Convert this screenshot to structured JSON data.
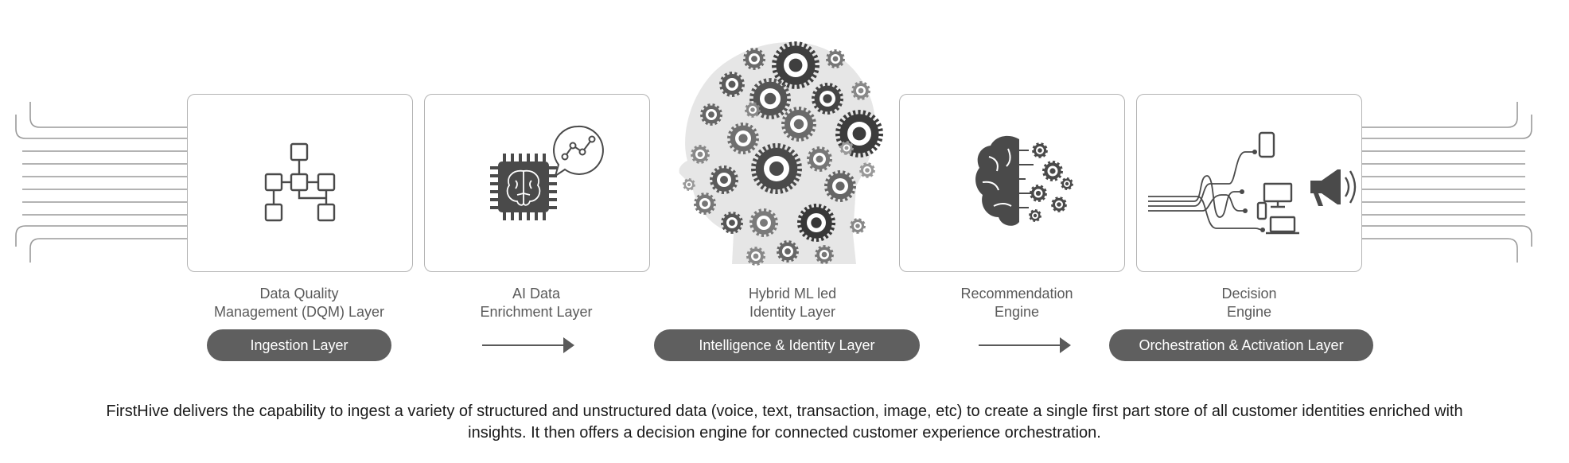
{
  "stages": [
    {
      "label": "Data Quality\nManagement (DQM) Layer"
    },
    {
      "label": "AI Data\nEnrichment Layer"
    },
    {
      "label": "Hybrid ML led\nIdentity Layer"
    },
    {
      "label": "Recommendation\nEngine"
    },
    {
      "label": "Decision\nEngine"
    }
  ],
  "layers": [
    {
      "label": "Ingestion Layer"
    },
    {
      "label": "Intelligence & Identity Layer"
    },
    {
      "label": "Orchestration & Activation Layer"
    }
  ],
  "caption": "FirstHive delivers the capability to ingest a variety of structured and unstructured data (voice, text, transaction, image, etc) to create a single first part store of all customer identities enriched with insights. It then offers a decision engine for connected customer experience orchestration.",
  "colors": {
    "dark": "#5f5f5f",
    "icon": "#4a4a4a",
    "border": "#b3b3b3"
  },
  "icons": [
    "flowchart-icon",
    "ai-chip-icon",
    "gear-head-icon",
    "brain-gears-icon",
    "channels-icon"
  ]
}
